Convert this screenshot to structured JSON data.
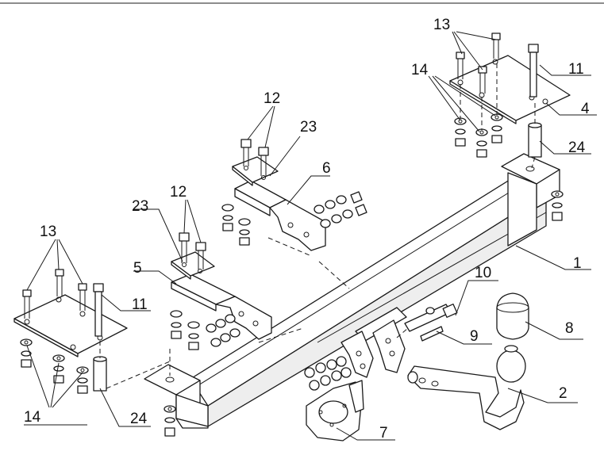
{
  "callouts": [
    {
      "id": "c1",
      "label": "1"
    },
    {
      "id": "c2",
      "label": "2"
    },
    {
      "id": "c4",
      "label": "4"
    },
    {
      "id": "c5",
      "label": "5"
    },
    {
      "id": "c6",
      "label": "6"
    },
    {
      "id": "c7",
      "label": "7"
    },
    {
      "id": "c8",
      "label": "8"
    },
    {
      "id": "c9",
      "label": "9"
    },
    {
      "id": "c10",
      "label": "10"
    },
    {
      "id": "c11a",
      "label": "11"
    },
    {
      "id": "c11b",
      "label": "11"
    },
    {
      "id": "c12a",
      "label": "12"
    },
    {
      "id": "c12b",
      "label": "12"
    },
    {
      "id": "c13a",
      "label": "13"
    },
    {
      "id": "c13b",
      "label": "13"
    },
    {
      "id": "c14a",
      "label": "14"
    },
    {
      "id": "c14b",
      "label": "14"
    },
    {
      "id": "c23a",
      "label": "23"
    },
    {
      "id": "c23b",
      "label": "23"
    },
    {
      "id": "c24a",
      "label": "24"
    },
    {
      "id": "c24b",
      "label": "24"
    }
  ]
}
